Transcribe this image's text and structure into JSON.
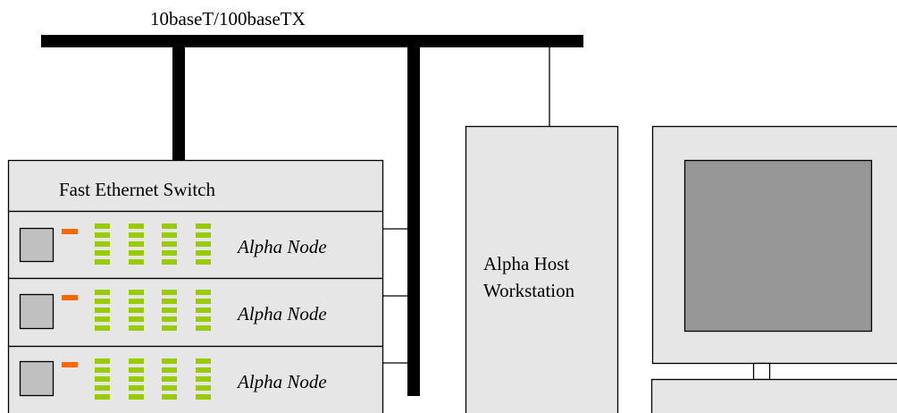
{
  "diagram": {
    "bus_label": "10baseT/100baseTX",
    "switch_label": "Fast Ethernet Switch",
    "nodes": [
      {
        "label": "Alpha Node"
      },
      {
        "label": "Alpha Node"
      },
      {
        "label": "Alpha Node"
      }
    ],
    "host_label_line1": "Alpha Host",
    "host_label_line2": "Workstation"
  },
  "colors": {
    "chassis_fill": "#e6e6e6",
    "screen_fill": "#969696",
    "node_button_fill": "#c0c0c0",
    "status_led": "#ff6600",
    "port_led": "#99cc00",
    "cable": "#000000"
  }
}
